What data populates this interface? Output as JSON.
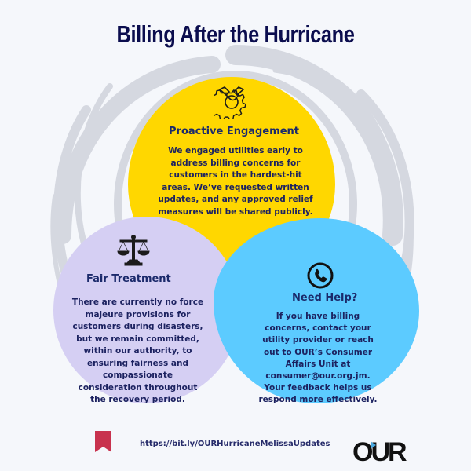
{
  "title": "Billing After the Hurricane",
  "colors": {
    "background": "#f5f7fb",
    "swirl": "#d5d8e0",
    "title": "#0b0d4e",
    "heading": "#1b2a6b",
    "body_text": "#1c2260",
    "yellow_circle": "#ffd700",
    "lavender_circle": "#d5cff3",
    "blue_circle": "#5ccbff",
    "bookmark": "#c8324e"
  },
  "sections": {
    "proactive": {
      "icon": "handshake-gear-icon",
      "heading": "Proactive Engagement",
      "lines": [
        "We engaged utilities early to",
        "address billing concerns for",
        "customers in the hardest-hit",
        "areas. We’ve requested written",
        "updates, and any approved relief",
        "measures will be shared publicly."
      ]
    },
    "fair": {
      "icon": "scales-of-justice-icon",
      "heading": "Fair Treatment",
      "lines": [
        "There are currently no force",
        "majeure provisions for",
        "customers during disasters,",
        "but we remain committed,",
        "within our authority, to",
        "ensuring fairness and",
        "compassionate",
        "consideration throughout",
        "the recovery period."
      ]
    },
    "help": {
      "icon": "phone-icon",
      "heading": "Need Help?",
      "lines": [
        "If you have billing",
        "concerns, contact your",
        "utility provider or reach",
        "out to OUR’s Consumer",
        "Affairs Unit at",
        "consumer@our.org.jm.",
        "Your feedback helps us",
        "respond more effectively."
      ]
    }
  },
  "footer": {
    "bookmark_icon": "bookmark-icon",
    "url": "https://bit.ly/OURHurricaneMelissaUpdates",
    "logo_text": "OUR"
  }
}
